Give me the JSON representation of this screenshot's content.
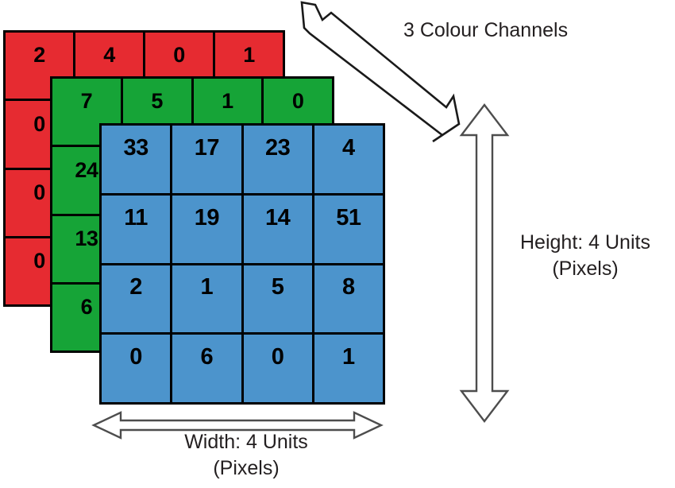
{
  "diagram": {
    "title": "RGB image tensor dimensions diagram",
    "colors": {
      "red_channel": "#e62b31",
      "green_channel": "#16a437",
      "blue_channel": "#4c94cc",
      "cell_border": "#000000",
      "arrow_stroke": "#4d4d4d",
      "arrow_fill": "#ffffff",
      "text": "#231f20",
      "background": "#ffffff"
    },
    "channels": [
      {
        "name": "red-channel",
        "color_label": "Red",
        "rows": [
          [
            "2",
            "4",
            "0",
            "1"
          ],
          [
            "0",
            "",
            "",
            ""
          ],
          [
            "0",
            "",
            "",
            ""
          ],
          [
            "0",
            "",
            "",
            ""
          ]
        ]
      },
      {
        "name": "green-channel",
        "color_label": "Green",
        "rows": [
          [
            "7",
            "5",
            "1",
            "0"
          ],
          [
            "24",
            "",
            "",
            ""
          ],
          [
            "13",
            "",
            "",
            ""
          ],
          [
            "6",
            "",
            "",
            ""
          ]
        ]
      },
      {
        "name": "blue-channel",
        "color_label": "Blue",
        "rows": [
          [
            "33",
            "17",
            "23",
            "4"
          ],
          [
            "11",
            "19",
            "14",
            "51"
          ],
          [
            "2",
            "1",
            "5",
            "8"
          ],
          [
            "0",
            "6",
            "0",
            "1"
          ]
        ]
      }
    ],
    "annotations": {
      "channels_label": "3 Colour Channels",
      "height_label_line1": "Height: 4 Units",
      "height_label_line2": "(Pixels)",
      "width_label_line1": "Width: 4 Units",
      "width_label_line2": "(Pixels)"
    },
    "arrows": {
      "depth_arrow": "double-headed-diagonal-arrow",
      "height_arrow": "double-headed-vertical-arrow",
      "width_arrow": "double-headed-horizontal-arrow"
    }
  }
}
